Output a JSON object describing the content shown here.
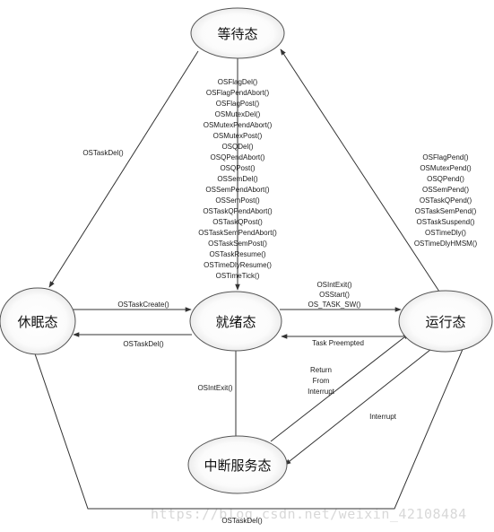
{
  "states": {
    "waiting": "等待态",
    "dormant": "休眠态",
    "ready": "就绪态",
    "running": "运行态",
    "isr": "中断服务态"
  },
  "edges": {
    "ready_to_waiting": [
      "OSFlagDel()",
      "OSFlagPendAbort()",
      "OSFlagPost()",
      "OSMutexDel()",
      "OSMutexPendAbort()",
      "OSMutexPost()",
      "OSQDel()",
      "OSQPendAbort()",
      "OSQPost()",
      "OSSemDel()",
      "OSSemPendAbort()",
      "OSSemPost()",
      "OSTaskQPendAbort()",
      "OSTaskQPost()",
      "OSTaskSemPendAbort()",
      "OSTaskSemPost()",
      "OSTaskResume()",
      "OSTimeDlyResume()",
      "OSTimeTick()"
    ],
    "running_to_waiting": [
      "OSFlagPend()",
      "OSMutexPend()",
      "OSQPend()",
      "OSSemPend()",
      "OSTaskQPend()",
      "OSTaskSemPend()",
      "OSTaskSuspend()",
      "OSTimeDly()",
      "OSTimeDlyHMSM()"
    ],
    "waiting_to_dormant": "OSTaskDel()",
    "dormant_to_ready": "OSTaskCreate()",
    "ready_to_dormant": "OSTaskDel()",
    "ready_to_running": [
      "OSIntExit()",
      "OSStart()",
      "OS_TASK_SW()"
    ],
    "running_to_ready": "Task Preempted",
    "isr_to_ready": "OSIntExit()",
    "isr_to_running": [
      "Return",
      "From",
      "Interrupt"
    ],
    "running_to_isr": "Interrupt",
    "running_to_dormant": "OSTaskDel()"
  },
  "watermark": "https://blog.csdn.net/weixin_42108484"
}
